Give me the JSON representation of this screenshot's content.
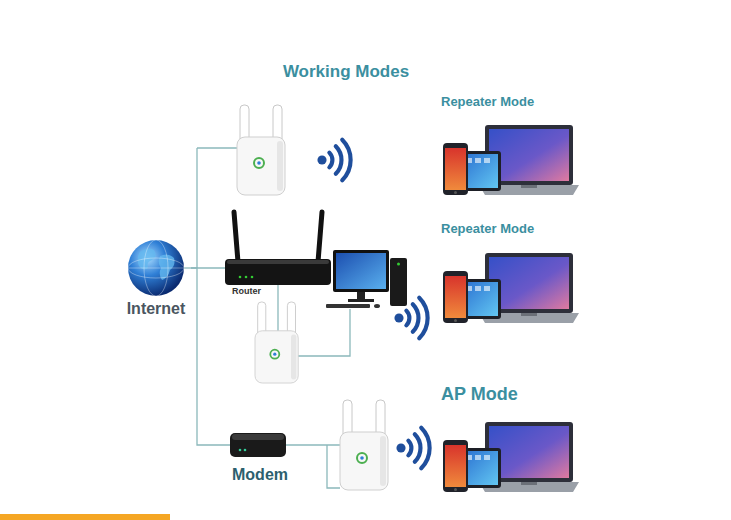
{
  "diagram": {
    "title": "Working Modes",
    "nodes": [
      {
        "text": [
          "Repeater Mode"
        ]
      },
      {
        "text": [
          "Internet"
        ]
      },
      {
        "text": [
          "Router"
        ]
      },
      {
        "text": [
          "Repeater Mode"
        ]
      },
      {
        "text": [
          "AP Mode"
        ]
      },
      {
        "text": [
          "Modem"
        ]
      }
    ],
    "edges": [
      {
        "from": 1,
        "to": 2,
        "arrow": "none"
      },
      {
        "from": 1,
        "to": 5,
        "arrow": "none"
      }
    ]
  }
}
